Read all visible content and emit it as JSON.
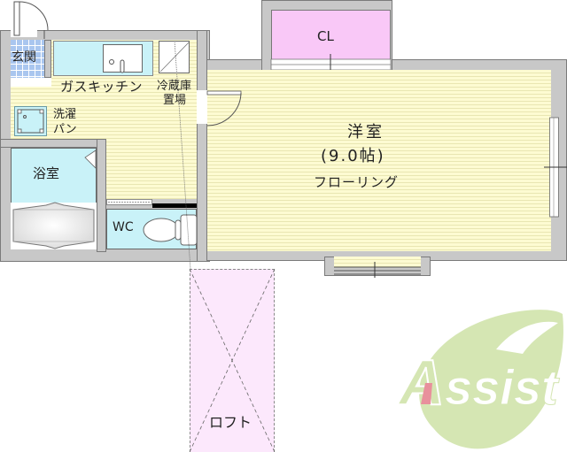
{
  "floorplan": {
    "rooms": {
      "genkan": {
        "label": "玄関"
      },
      "kitchen": {
        "label": "ガスキッチン"
      },
      "fridge": {
        "label_line1": "冷蔵庫",
        "label_line2": "置場"
      },
      "washer": {
        "label_line1": "洗濯",
        "label_line2": "パン"
      },
      "bath": {
        "label": "浴室"
      },
      "wc": {
        "label": "WC"
      },
      "closet": {
        "label": "CL"
      },
      "western_room": {
        "label": "洋室",
        "size": "(9.0帖)",
        "flooring": "フローリング"
      },
      "loft": {
        "label": "ロフト"
      }
    },
    "colors": {
      "wall": "#c8c8c8",
      "floor": "#fdfbd2",
      "tile": "#a9c6ef",
      "wet_area": "#c9f2f8",
      "closet": "#f9c8f7",
      "loft": "#fce8fc"
    }
  },
  "logo": {
    "text_first": "A",
    "text_rest": "ssist",
    "color_green": "#d5e6b3",
    "color_pink": "#e8909c"
  }
}
